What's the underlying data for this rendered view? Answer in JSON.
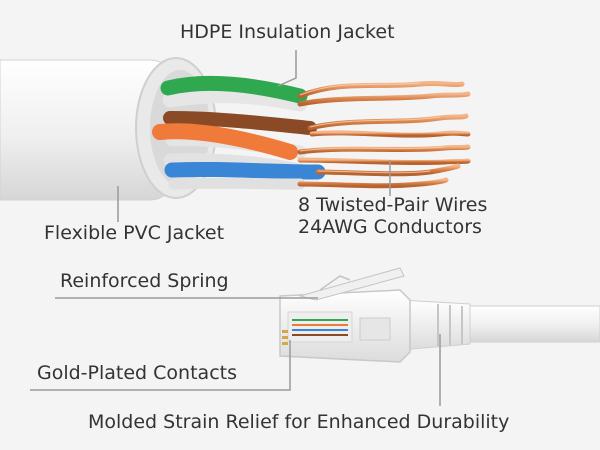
{
  "labels": {
    "hdpe": "HDPE Insulation Jacket",
    "pvc_jacket": "Flexible PVC Jacket",
    "twisted_pair_line1": "8 Twisted-Pair Wires",
    "twisted_pair_line2": "24AWG Conductors",
    "spring": "Reinforced Spring",
    "contacts": "Gold-Plated Contacts",
    "strain_relief": "Molded Strain Relief for Enhanced Durability"
  },
  "colors": {
    "background": "#f4f4f4",
    "text": "#333333",
    "leader_line": "#9a9a9a",
    "cable_jacket": "#eeeeee",
    "wire_green": "#2fa84f",
    "wire_orange": "#f07a3a",
    "wire_blue": "#3a86d6",
    "wire_brown": "#8a4a26",
    "copper": "#d88a55"
  }
}
